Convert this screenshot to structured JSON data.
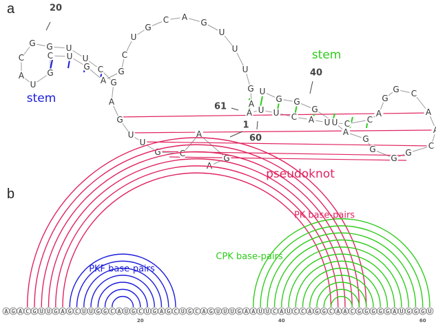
{
  "panels": {
    "a": "a",
    "b": "b"
  },
  "structure_a": {
    "backbone_nucleotides": [
      "A",
      "G",
      "A",
      "C",
      "G",
      "U",
      "U",
      "G",
      "A",
      "G",
      "C",
      "U",
      "U",
      "G",
      "G",
      "C",
      "A",
      "U",
      "G",
      "C",
      "U",
      "G",
      "A",
      "G",
      "C",
      "U",
      "G",
      "C",
      "A",
      "G",
      "U",
      "U",
      "U",
      "G",
      "A",
      "A",
      "U",
      "U",
      "C",
      "A",
      "U",
      "C",
      "C",
      "A",
      "G",
      "G",
      "C",
      "A",
      "A",
      "C",
      "G",
      "G",
      "G",
      "G",
      "A",
      "U",
      "G",
      "G",
      "G",
      "U"
    ],
    "position_labels": {
      "n1": "1",
      "n20": "20",
      "n40": "40",
      "n60": "60",
      "n61": "61"
    },
    "annotations": {
      "stem_left": "stem",
      "stem_right": "stem",
      "pseudoknot": "pseudoknot"
    }
  },
  "arc_diagram": {
    "sequence": "AGACGUUGAGCUUGGCAUGCUGAGCUGCAGUUUGAAUUCAUCCAGGCAACGGGGGAUGGGU",
    "ticks": [
      "20",
      "40",
      "60"
    ],
    "groups": {
      "pk": {
        "label": "PK base-pairs",
        "color": "#e0245e"
      },
      "pkf": {
        "label": "PKF base-pairs",
        "color": "#1a1adb"
      },
      "cpk": {
        "label": "CPK base-pairs",
        "color": "#2ecc1a"
      }
    }
  }
}
